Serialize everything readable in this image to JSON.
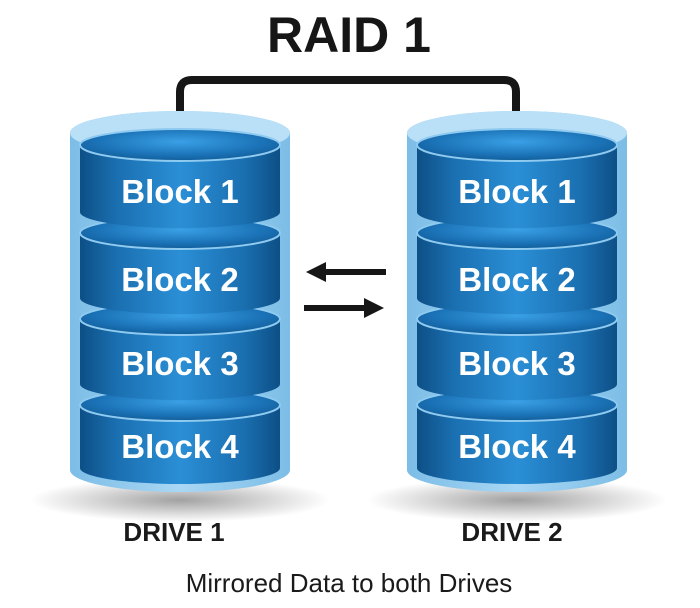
{
  "title": "RAID 1",
  "caption": "Mirrored Data to both Drives",
  "drives": [
    {
      "label": "DRIVE 1",
      "blocks": [
        "Block 1",
        "Block 2",
        "Block 3",
        "Block 4"
      ]
    },
    {
      "label": "DRIVE 2",
      "blocks": [
        "Block 1",
        "Block 2",
        "Block 3",
        "Block 4"
      ]
    }
  ],
  "colors": {
    "disk_dark": "#0f5e9c",
    "disk_mid": "#1f7ec4",
    "disk_light": "#9fd2f2",
    "shell": "#6fb0dc",
    "connector": "#161616"
  }
}
